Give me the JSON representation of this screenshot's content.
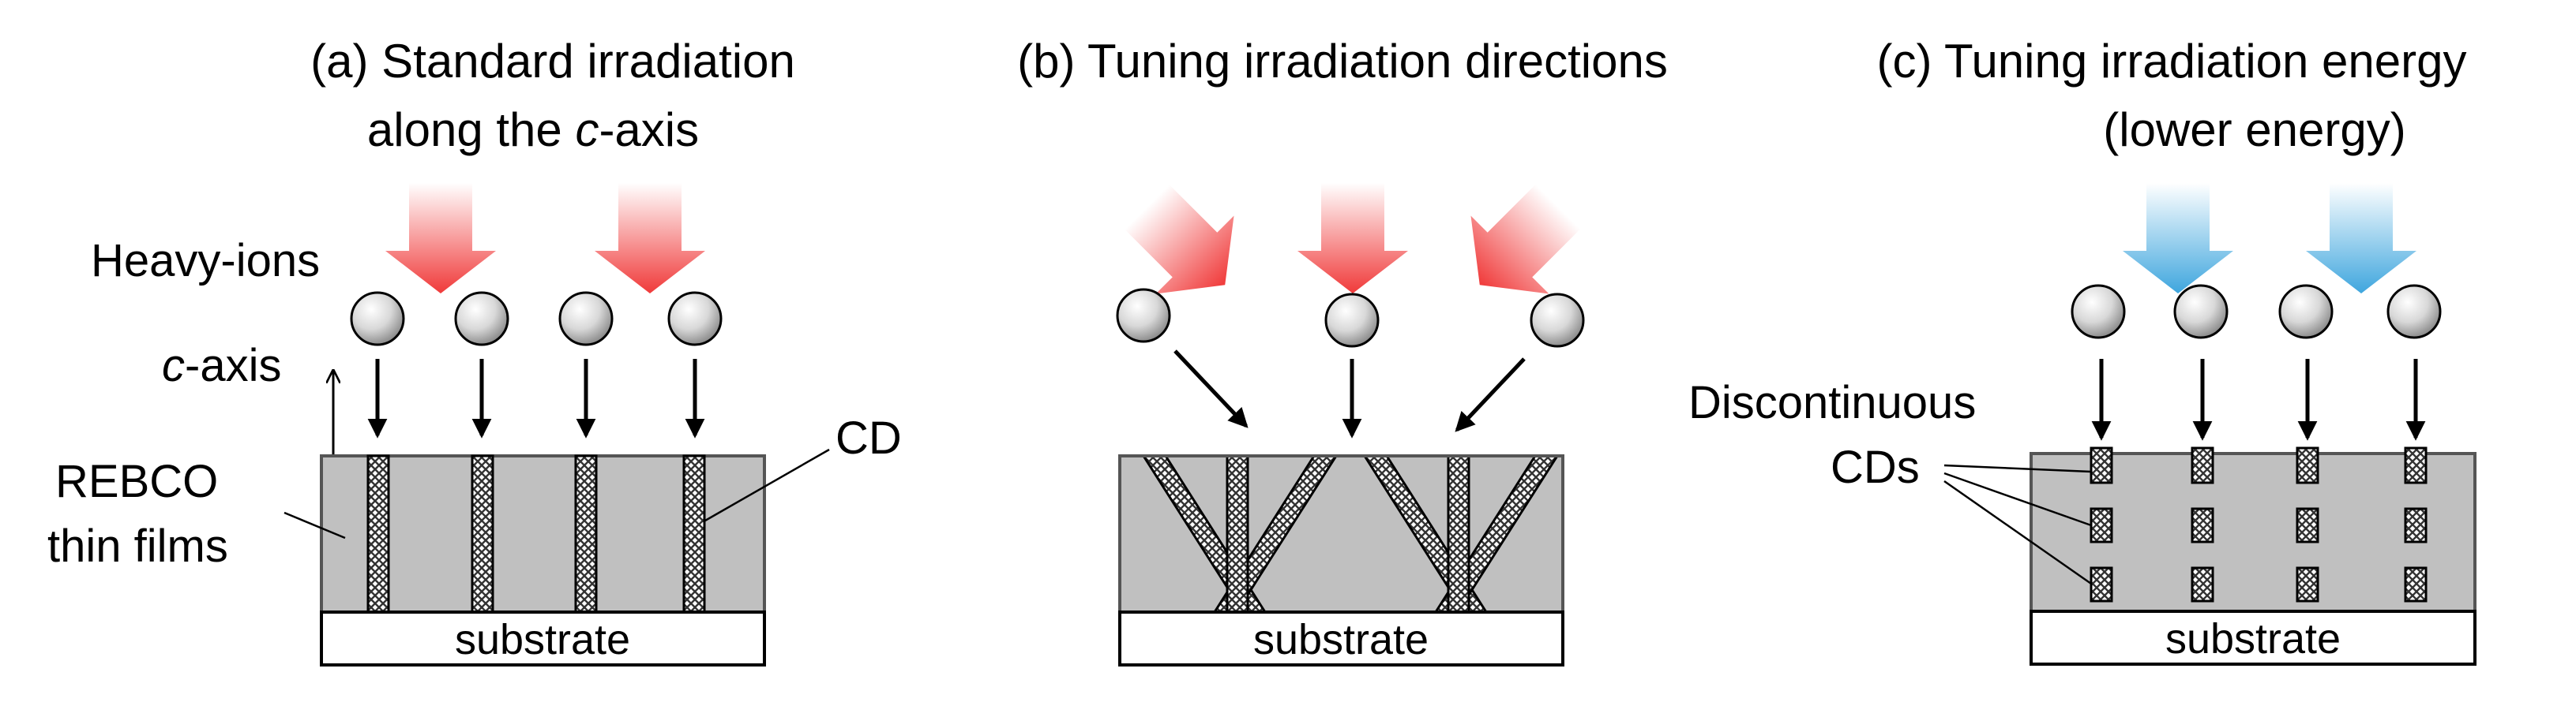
{
  "panels": {
    "a": {
      "title_line1": "(a) Standard irradiation",
      "title_line2_prefix": "along the ",
      "title_line2_italic": "c",
      "title_line2_suffix": "-axis",
      "heavy_ions_label": "Heavy-ions",
      "c_axis_italic": "c",
      "c_axis_suffix": "-axis",
      "rebco_line1": "REBCO",
      "rebco_line2": "thin films",
      "cd_label": "CD",
      "substrate_label": "substrate",
      "arrow_color": "#f03a3a"
    },
    "b": {
      "title": "(b) Tuning irradiation directions",
      "substrate_label": "substrate",
      "arrow_color": "#f03a3a"
    },
    "c": {
      "title_line1": "(c) Tuning irradiation energy",
      "title_line2": "(lower energy)",
      "discontinuous_label": "Discontinuous",
      "cds_label": "CDs",
      "substrate_label": "substrate",
      "arrow_color": "#3fa6de"
    }
  },
  "colors": {
    "film": "#c0c0c0",
    "substrate": "#ffffff",
    "outline": "#000000"
  }
}
